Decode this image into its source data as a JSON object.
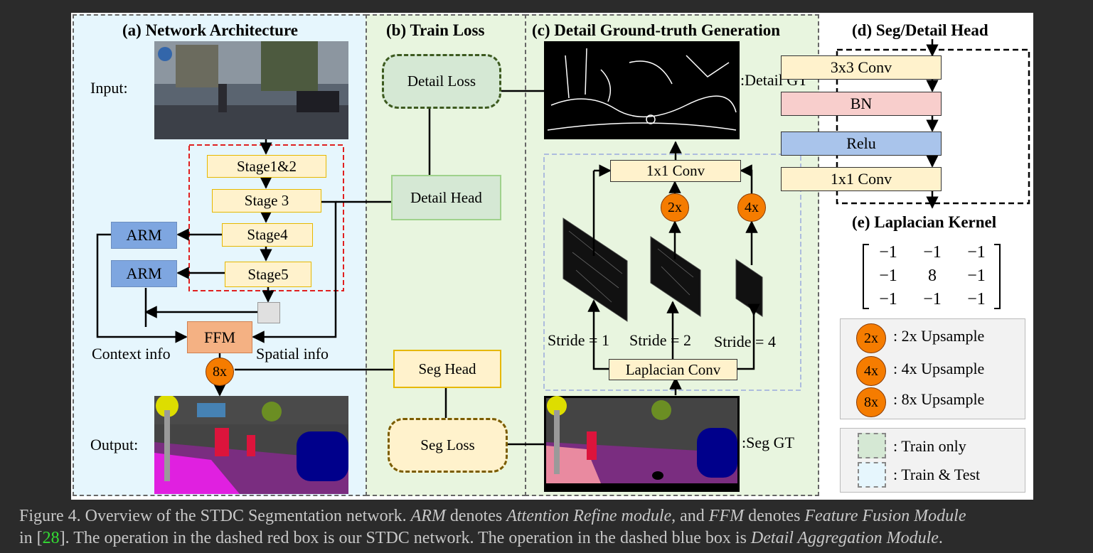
{
  "panels": {
    "a_title": "(a) Network Architecture",
    "b_title": "(b) Train Loss",
    "c_title": "(c) Detail Ground-truth Generation",
    "d_title": "(d) Seg/Detail Head",
    "e_title": "(e) Laplacian Kernel"
  },
  "network": {
    "input_label": "Input:",
    "output_label": "Output:",
    "stage12": "Stage1&2",
    "stage3": "Stage 3",
    "stage4": "Stage4",
    "stage5": "Stage5",
    "arm1": "ARM",
    "arm2": "ARM",
    "ffm": "FFM",
    "context_info": "Context info",
    "spatial_info": "Spatial info",
    "upsample_8x": "8x"
  },
  "train_loss": {
    "detail_loss": "Detail Loss",
    "detail_head": "Detail Head",
    "seg_head": "Seg Head",
    "seg_loss": "Seg Loss"
  },
  "detail_gt": {
    "detail_gt_label": ":Detail GT",
    "seg_gt_label": ":Seg GT",
    "conv1x1": "1x1 Conv",
    "laplacian_conv": "Laplacian Conv",
    "up2x": "2x",
    "up4x": "4x",
    "stride1": "Stride = 1",
    "stride2": "Stride = 2",
    "stride4": "Stride = 4"
  },
  "head": {
    "conv3x3": "3x3 Conv",
    "bn": "BN",
    "relu": "Relu",
    "conv1x1": "1x1 Conv"
  },
  "kernel": {
    "rows": [
      [
        "−1",
        "−1",
        "−1"
      ],
      [
        "−1",
        "8",
        "−1"
      ],
      [
        "−1",
        "−1",
        "−1"
      ]
    ]
  },
  "legend": {
    "up2x_symbol": "2x",
    "up2x_text": ": 2x Upsample",
    "up4x_symbol": "4x",
    "up4x_text": ": 4x Upsample",
    "up8x_symbol": "8x",
    "up8x_text": ": 8x Upsample",
    "train_only": ": Train only",
    "train_test": ": Train & Test"
  },
  "colors": {
    "arm": "#7ea6e0",
    "ffm": "#f4b183",
    "stage": "#fff2cc",
    "bn": "#f8cecc",
    "relu": "#a9c4eb",
    "upsample": "#f57c00",
    "train_only": "#d5e8d4",
    "train_test": "#e6f6fd"
  },
  "caption": {
    "part1": "Figure 4. Overview of the STDC Segmentation network. ",
    "arm": "ARM",
    "part2": " denotes ",
    "arm_full": "Attention Refine module",
    "part3": ", and ",
    "ffm": "FFM",
    "part4": " denotes ",
    "ffm_full": "Feature Fusion Module",
    "part5": "in  [",
    "ref": "28",
    "part6": "]. The operation in the dashed red box is our STDC network. The operation in the dashed blue box is ",
    "dam": "Detail Aggregation Module",
    "part7": "."
  }
}
